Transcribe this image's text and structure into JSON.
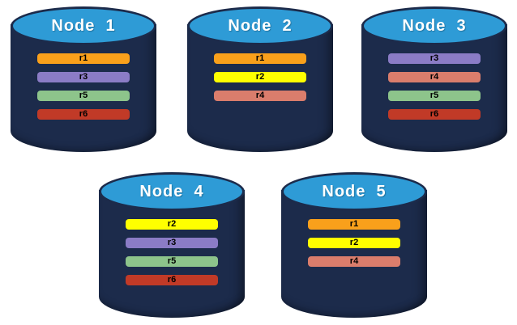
{
  "diagram": {
    "background_color": "#FFFFFF",
    "cylinder": {
      "body_color": "#1C2B4B",
      "top_color": "#2E9BD6",
      "title_color": "#FFFFFF",
      "bar_text_color": "#000000"
    },
    "partition_colors": {
      "r1": "#F9A01B",
      "r2": "#FFFF00",
      "r3": "#8B7CC6",
      "r4": "#DA7D6C",
      "r5": "#8DC48B",
      "r6": "#C13A27"
    },
    "nodes": [
      {
        "title": "Node  1",
        "partitions": [
          "r1",
          "r3",
          "r5",
          "r6"
        ]
      },
      {
        "title": "Node  2",
        "partitions": [
          "r1",
          "r2",
          "r4"
        ]
      },
      {
        "title": "Node  3",
        "partitions": [
          "r3",
          "r4",
          "r5",
          "r6"
        ]
      },
      {
        "title": "Node  4",
        "partitions": [
          "r2",
          "r3",
          "r5",
          "r6"
        ]
      },
      {
        "title": "Node  5",
        "partitions": [
          "r1",
          "r2",
          "r4"
        ]
      }
    ]
  }
}
